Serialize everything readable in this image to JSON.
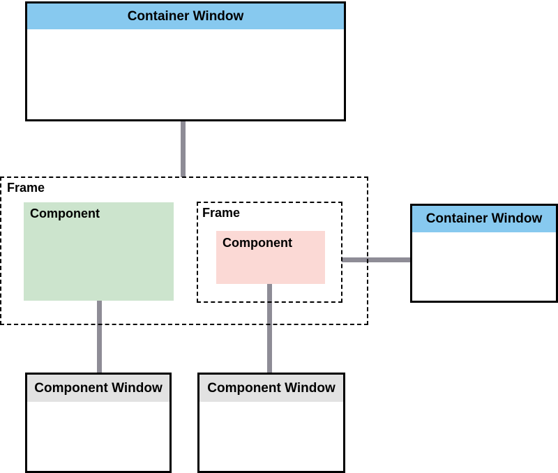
{
  "top_container_window": {
    "title": "Container Window",
    "title_bg": "#87c9ef"
  },
  "outer_frame": {
    "label": "Frame"
  },
  "inner_frame": {
    "label": "Frame"
  },
  "left_component": {
    "label": "Component",
    "fill": "#cce4cd"
  },
  "right_component": {
    "label": "Component",
    "fill": "#fbd9d5"
  },
  "right_container_window": {
    "title": "Container Window",
    "title_bg": "#87c9ef"
  },
  "left_component_window": {
    "title": "Component Window",
    "title_bg": "#e2e2e2"
  },
  "right_component_window": {
    "title": "Component Window",
    "title_bg": "#e2e2e2"
  },
  "colors": {
    "connector": "#8e8c96",
    "border": "#000000"
  }
}
